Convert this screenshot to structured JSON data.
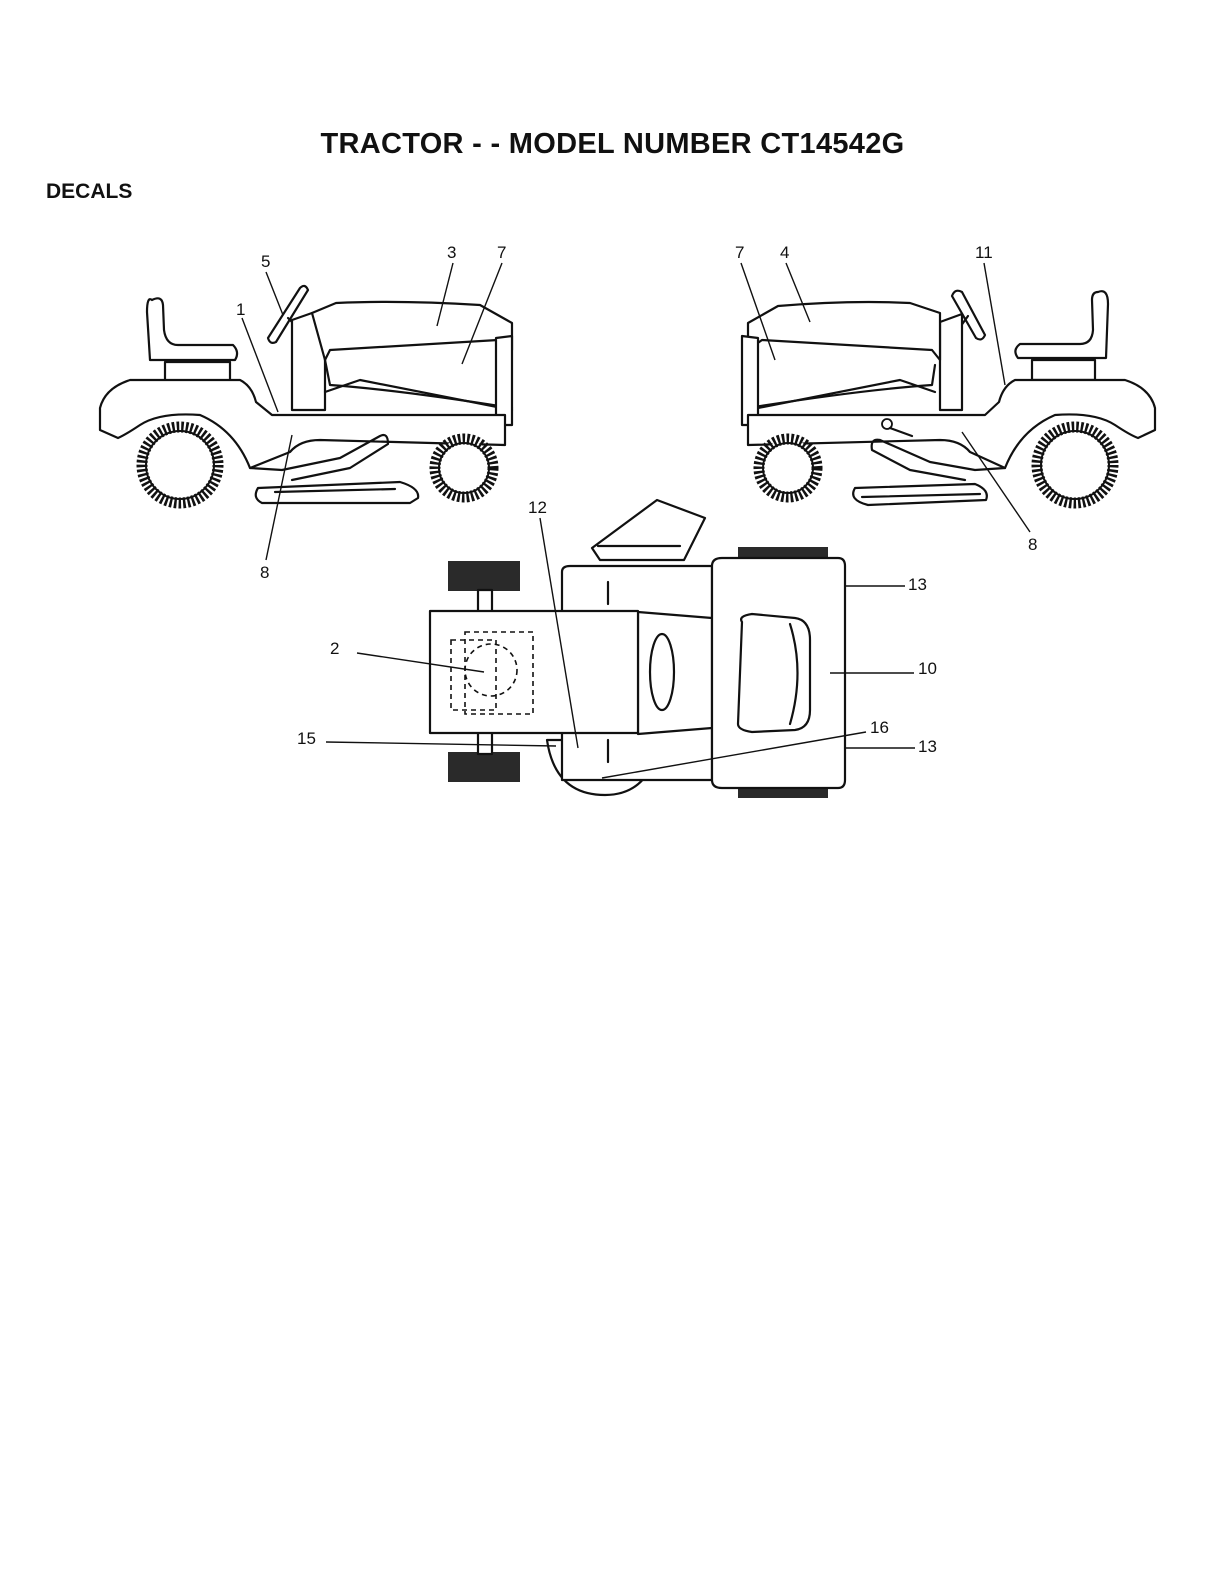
{
  "page": {
    "title": "TRACTOR - - MODEL NUMBER CT14542G",
    "section": "DECALS"
  },
  "callouts": {
    "left_view": {
      "c1": "1",
      "c3": "3",
      "c5": "5",
      "c7": "7",
      "c8": "8"
    },
    "right_view": {
      "c4": "4",
      "c7": "7",
      "c8": "8",
      "c11": "11"
    },
    "top_view": {
      "c2": "2",
      "c10": "10",
      "c12": "12",
      "c13a": "13",
      "c13b": "13",
      "c15": "15",
      "c16": "16"
    }
  }
}
